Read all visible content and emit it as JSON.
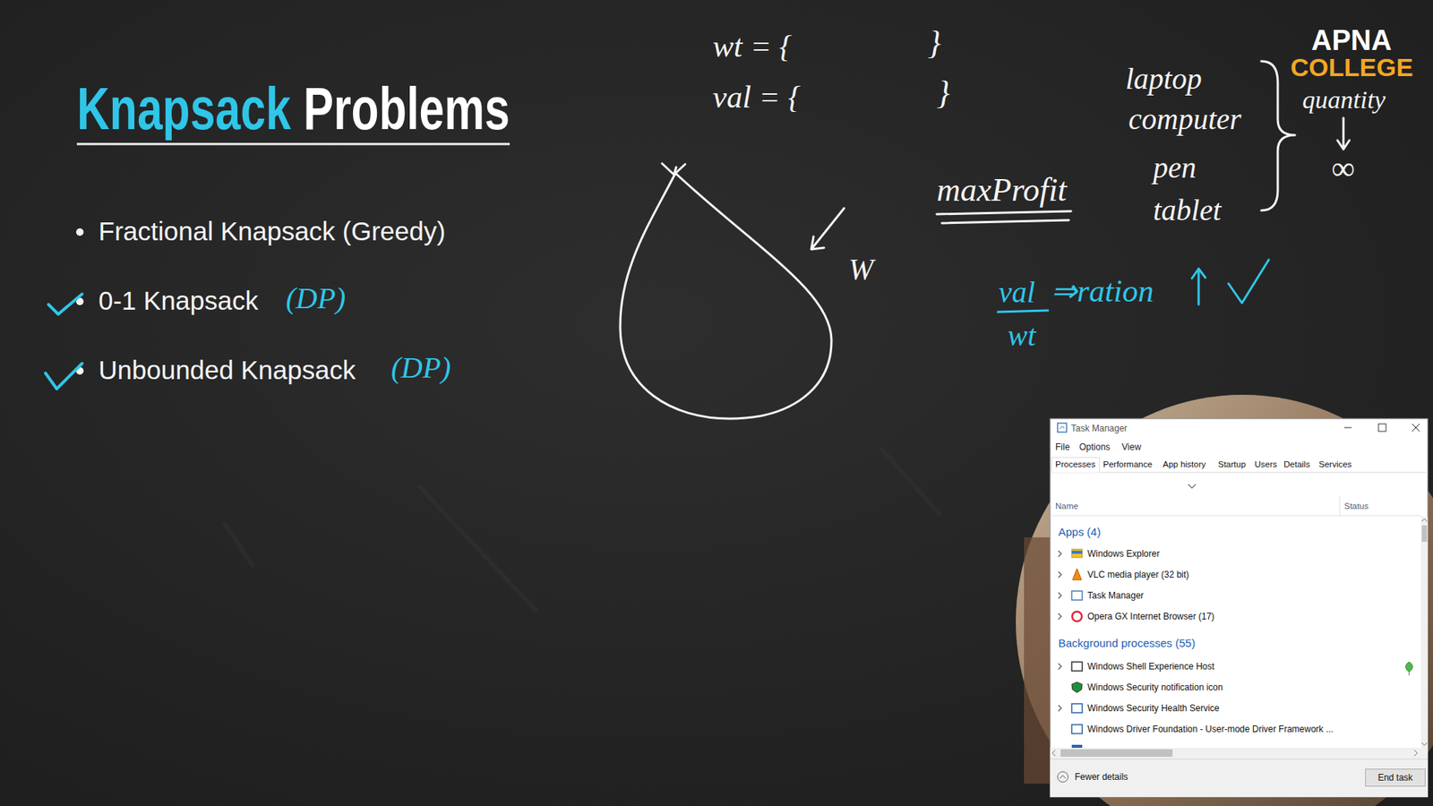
{
  "diagram": {
    "title": "Knapsack Problems",
    "nodes": [
      {
        "text": [
          "Task Manager",
          "File",
          "Options",
          "View",
          "Processes",
          "Performance",
          "App history",
          "Startup",
          "Users",
          "Details",
          "Services",
          "Name",
          "Status",
          "Apps (4)",
          "Windows Explorer",
          "VLC media player (32 bit)",
          "Task Manager",
          "Opera GX Internet Browser (17)",
          "Background processes (55)",
          "Windows Shell Experience Host",
          "Windows Security notification icon",
          "Windows Security Health Service",
          "Windows Driver Foundation - User-mode Driver Framework ...",
          "Fewer details"
        ]
      },
      {
        "text": [
          "End task"
        ],
        "in": 0
      }
    ],
    "labels": [
      "Fractional Knapsack (Greedy)",
      "0-1 Knapsack",
      "(DP)",
      "Unbounded Knapsack",
      "(DP)",
      "wt = {",
      "}",
      "val = {",
      "}",
      "W",
      "maxProfit",
      "laptop",
      "computer",
      "pen",
      "tablet",
      "quantity",
      "∞",
      "val",
      "wt",
      "⇒ration",
      "APNA",
      "COLLEGE"
    ]
  }
}
